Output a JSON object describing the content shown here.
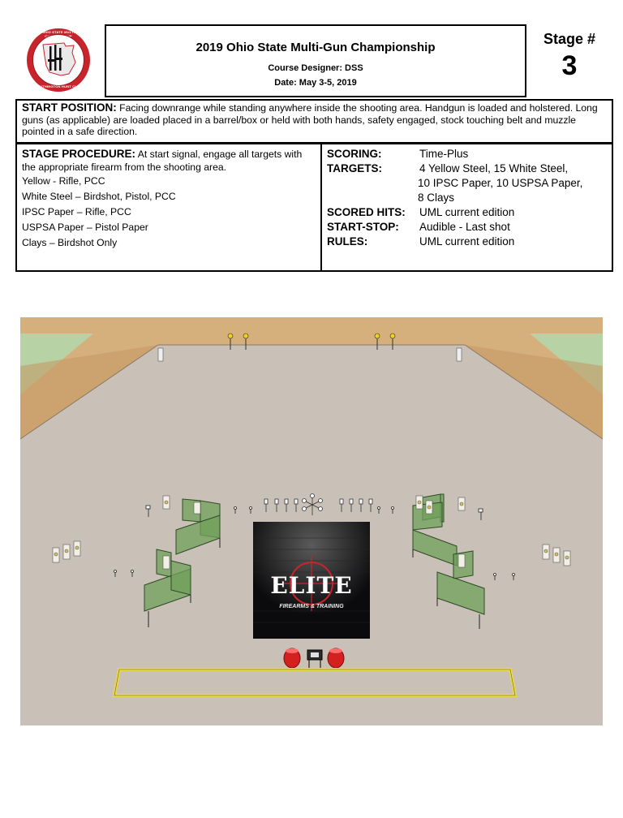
{
  "header": {
    "logo_text": "2019 OHIO STATE MULTI-GUN CHAMPIONSHIP",
    "logo_text_bottom": "SOUTHINGTON HUNT CLUB",
    "title": "2019 Ohio State Multi-Gun Championship",
    "designer": "Course Designer:  DSS",
    "date": "Date: May 3-5, 2019",
    "stage_label": "Stage #",
    "stage_number": "3"
  },
  "start_position": {
    "label": "START POSITION:",
    "text": " Facing downrange  while standing anywhere inside the shooting area.  Handgun is loaded and holstered.  Long guns (as applicable) are loaded placed in a barrel/box or held with both hands, safety engaged, stock touching belt and muzzle pointed in a safe direction."
  },
  "procedure": {
    "label": "STAGE PROCEDURE:",
    "intro": " At start signal, engage  all targets with the appropriate  firearm from the shooting area.",
    "lines": [
      "Yellow - Rifle, PCC",
      "White Steel – Birdshot, Pistol, PCC",
      "IPSC Paper – Rifle,  PCC",
      "USPSA Paper – Pistol Paper",
      "Clays – Birdshot Only"
    ]
  },
  "scoring": {
    "scoring_label": "SCORING:",
    "scoring_value": "Time-Plus",
    "targets_label": "TARGETS:",
    "targets_line1": "4 Yellow  Steel, 15 White Steel,",
    "targets_line2": "10 IPSC Paper, 10 USPSA Paper,",
    "targets_line3": "8 Clays",
    "hits_label": "SCORED HITS:",
    "hits_value": "UML current edition",
    "startstop_label": "START-STOP:",
    "startstop_value": "Audible  - Last shot",
    "rules_label": "RULES:",
    "rules_value": "UML  current edition"
  },
  "sponsor": {
    "name": "ELITE",
    "tagline": "FIREARMS & TRAINING"
  },
  "colors": {
    "berm": "#d6b07c",
    "berm_shadow": "#c49a66",
    "range_floor": "#c9c0b8",
    "grass": "#9cc48a",
    "wall_panel": "#6fa25a",
    "yellow_steel": "#f2d11e",
    "logo_red": "#c8242c",
    "shooting_box": "#e8d84a",
    "barrel_red": "#d42020"
  }
}
